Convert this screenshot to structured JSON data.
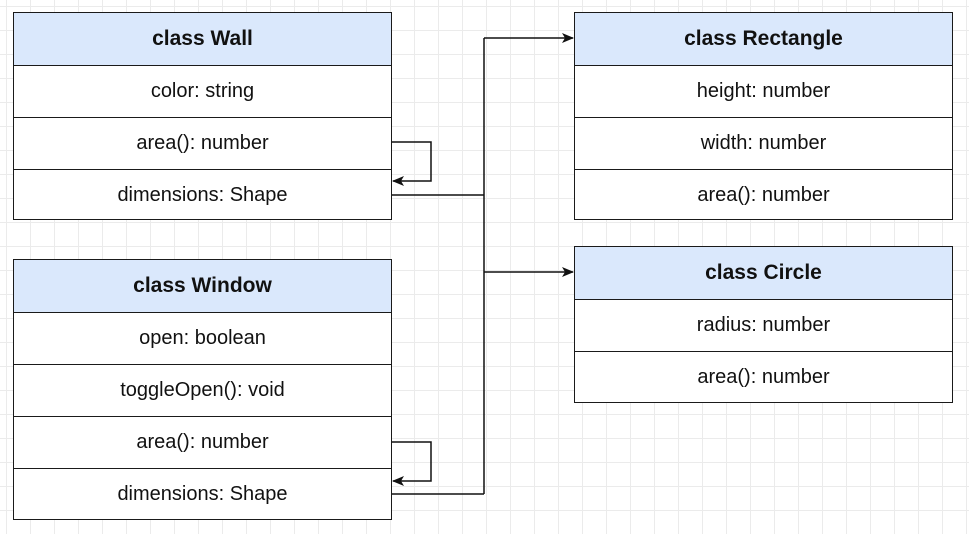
{
  "header_color": "#dae8fc",
  "classes": {
    "wall": {
      "title": "class Wall",
      "members": [
        "color: string",
        "area(): number",
        "dimensions: Shape"
      ]
    },
    "window": {
      "title": "class Window",
      "members": [
        "open: boolean",
        "toggleOpen(): void",
        "area(): number",
        "dimensions: Shape"
      ]
    },
    "rectangle": {
      "title": "class Rectangle",
      "members": [
        "height: number",
        "width: number",
        "area(): number"
      ]
    },
    "circle": {
      "title": "class Circle",
      "members": [
        "radius: number",
        "area(): number"
      ]
    }
  }
}
